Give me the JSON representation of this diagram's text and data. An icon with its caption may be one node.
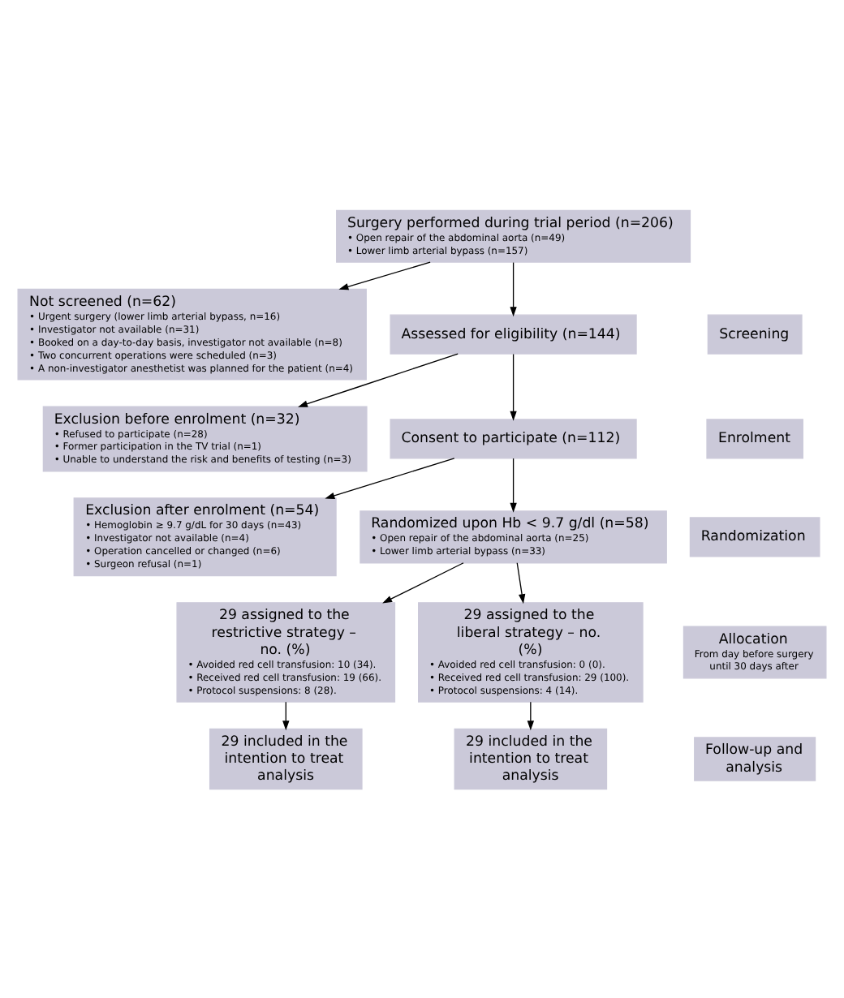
{
  "diagram": {
    "nodes": [
      {
        "text": [
          "Surgery performed during trial period (n=206)",
          "• Open repair of the abdominal aorta (n=49)",
          "• Lower limb arterial bypass (n=157)"
        ]
      },
      {
        "text": [
          "Not screened (n=62)",
          "• Urgent surgery (lower limb arterial bypass, n=16)",
          "• Investigator not available (n=31)",
          "• Booked on a day-to-day basis, investigator not available (n=8)",
          "• Two concurrent operations were scheduled (n=3)",
          "• A non-investigator anesthetist was planned for the patient (n=4)"
        ]
      },
      {
        "text": [
          "Screening"
        ]
      },
      {
        "text": [
          "Assessed for eligibility (n=144)"
        ]
      },
      {
        "text": [
          "Exclusion before enrolment (n=32)",
          "• Refused to participate (n=28)",
          "• Former participation in the TV trial (n=1)",
          "• Unable to understand the risk and benefits of testing (n=3)"
        ]
      },
      {
        "text": [
          "Enrolment"
        ]
      },
      {
        "text": [
          "Consent to participate (n=112)"
        ]
      },
      {
        "text": [
          "Exclusion after enrolment (n=54)",
          "• Hemoglobin ≥ 9.7 g/dL for 30 days (n=43)",
          "• Investigator not available (n=4)",
          "• Operation cancelled or changed (n=6)",
          "• Surgeon refusal (n=1)"
        ]
      },
      {
        "text": [
          "Randomization"
        ]
      },
      {
        "text": [
          "Randomized upon Hb < 9.7 g/dl (n=58)",
          "• Open repair of the abdominal aorta (n=25)",
          "• Lower limb arterial bypass (n=33)"
        ]
      },
      {
        "text": [
          "29 assigned to the restrictive strategy – no. (%)",
          "• Avoided red cell transfusion: 10 (34).",
          "• Received red cell transfusion: 19 (66).",
          "• Protocol suspensions: 8 (28)."
        ]
      },
      {
        "text": [
          "Allocation",
          "From day before surgery until 30 days after"
        ]
      },
      {
        "text": [
          "29 assigned to the liberal strategy – no. (%)",
          "• Avoided red cell transfusion: 0 (0).",
          "• Received red cell transfusion: 29 (100).",
          "• Protocol suspensions: 4 (14)."
        ]
      },
      {
        "text": [
          "29 included in the intention to treat analysis"
        ]
      },
      {
        "text": [
          "Follow-up and analysis"
        ]
      },
      {
        "text": [
          "29 included in the intention to treat analysis"
        ]
      }
    ],
    "edges": [
      {
        "from": 0,
        "to": 3,
        "arrow": "to"
      },
      {
        "from": 0,
        "to": 1,
        "arrow": "to"
      },
      {
        "from": 3,
        "to": 6,
        "arrow": "to"
      },
      {
        "from": 3,
        "to": 4,
        "arrow": "to"
      },
      {
        "from": 6,
        "to": 9,
        "arrow": "to"
      },
      {
        "from": 6,
        "to": 7,
        "arrow": "to"
      },
      {
        "from": 9,
        "to": 10,
        "arrow": "to"
      },
      {
        "from": 9,
        "to": 12,
        "arrow": "to"
      },
      {
        "from": 10,
        "to": 13,
        "arrow": "to"
      },
      {
        "from": 12,
        "to": 15,
        "arrow": "to"
      }
    ]
  }
}
